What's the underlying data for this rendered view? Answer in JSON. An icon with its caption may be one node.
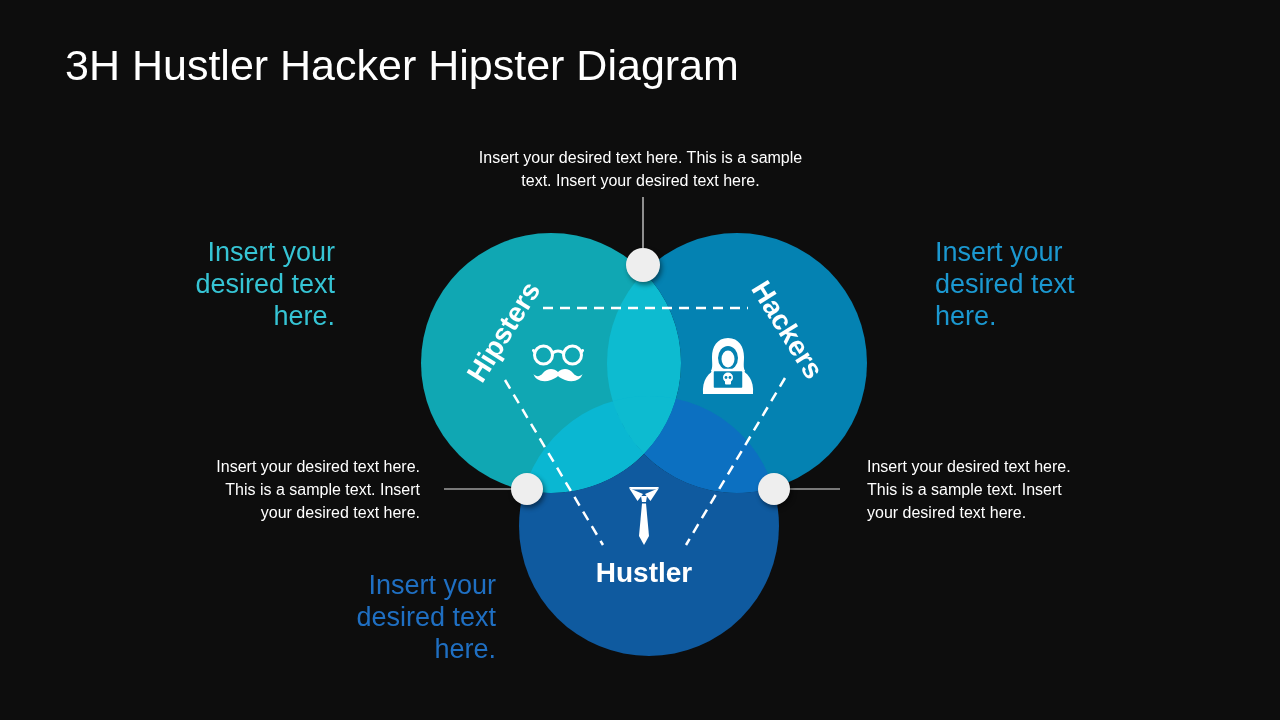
{
  "diagram": {
    "title": "3H Hustler Hacker Hipster Diagram",
    "nodes": [
      {
        "text": [
          "Insert your desired text here. This is a sample text. Insert your desired text here."
        ]
      },
      {
        "text": [],
        "shape": "circle"
      },
      {
        "text": [
          "Hipsters"
        ],
        "beside": [
          "Insert your desired text here."
        ]
      },
      {
        "text": [
          "Hackers"
        ],
        "beside": [
          "Insert your desired text here."
        ]
      },
      {
        "text": [
          "Insert your desired text here. This is a sample text. Insert your desired text here."
        ]
      },
      {
        "text": [],
        "shape": "circle"
      },
      {
        "text": [],
        "shape": "circle"
      },
      {
        "text": [
          "Insert your desired text here. This is a sample text. Insert your desired text here."
        ]
      },
      {
        "text": [
          "Hustler"
        ],
        "beside": [
          "Insert your desired text here."
        ]
      }
    ],
    "edges": [
      {
        "from": 0,
        "to": 1,
        "arrow": "none"
      },
      {
        "from": 4,
        "to": 5,
        "arrow": "none"
      },
      {
        "from": 7,
        "to": 6,
        "arrow": "none"
      },
      {
        "from": 2,
        "to": 3,
        "arrow": "none",
        "style": "dashed"
      },
      {
        "from": 2,
        "to": 8,
        "arrow": "none",
        "style": "dashed"
      },
      {
        "from": 3,
        "to": 8,
        "arrow": "none",
        "style": "dashed"
      }
    ]
  }
}
